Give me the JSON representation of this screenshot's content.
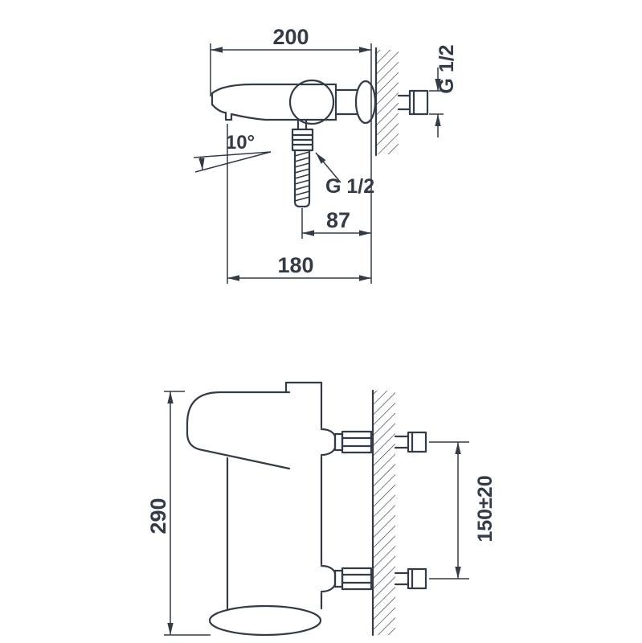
{
  "colors": {
    "line": "#333b46",
    "background": "#ffffff"
  },
  "side_view": {
    "width_label": "200",
    "wall_thread_label": "G 1/2",
    "angle_label": "10°",
    "hose_thread_label": "G 1/2",
    "hose_offset_label": "87",
    "reach_label": "180"
  },
  "front_view": {
    "height_label": "290",
    "inlet_spacing_label": "150±20"
  }
}
